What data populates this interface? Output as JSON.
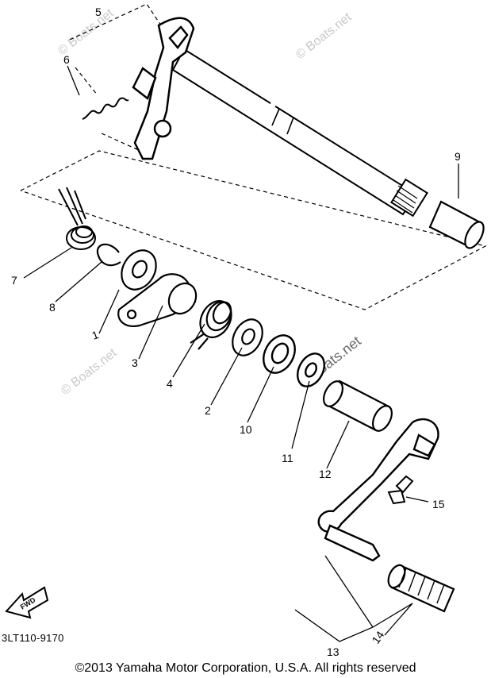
{
  "diagram": {
    "callouts": [
      "1",
      "2",
      "3",
      "4",
      "5",
      "6",
      "7",
      "8",
      "9",
      "10",
      "11",
      "12",
      "13",
      "14",
      "15"
    ],
    "direction_badge": "FWD",
    "part_code": "3LT110-9170",
    "watermarks": [
      "© Boats.net",
      "© Boats.net",
      "© Boats.net",
      "© Boats.net"
    ],
    "copyright": "©2013 Yamaha Motor Corporation, U.S.A. All rights reserved"
  },
  "colors": {
    "ink": "#000000",
    "watermark": "#c9c9c9",
    "background": "#ffffff"
  }
}
